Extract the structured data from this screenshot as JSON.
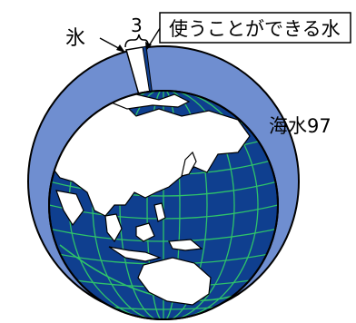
{
  "labels": {
    "ice": "氷",
    "percent_total": "3",
    "usable_water": "使うことができる水",
    "seawater": "海水97"
  },
  "colors": {
    "ring_blue": "#6f8ed0",
    "globe_navy": "#0f3f8f",
    "grid_green": "#2ec36a",
    "land": "#ffffff",
    "outline": "#000000"
  }
}
